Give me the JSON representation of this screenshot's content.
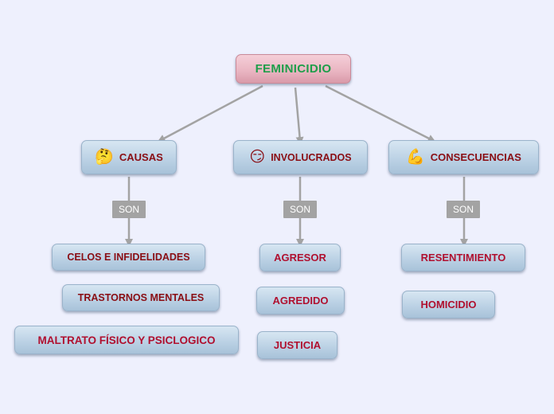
{
  "root": {
    "label": "FEMINICIDIO"
  },
  "categories": [
    {
      "emoji": "🤔",
      "label": "CAUSAS"
    },
    {
      "emoji": "😏",
      "label": "INVOLUCRADOS"
    },
    {
      "emoji": "💪",
      "label": "CONSECUENCIAS"
    }
  ],
  "connector_label": "SON",
  "causas": [
    "CELOS E INFIDELIDADES",
    "TRASTORNOS MENTALES",
    "MALTRATO FÍSICO Y PSICLOGICO"
  ],
  "involucrados": [
    "AGRESOR",
    "AGREDIDO",
    "JUSTICIA"
  ],
  "consecuencias": [
    "RESENTIMIENTO",
    "HOMICIDIO"
  ],
  "colors": {
    "background": "#eef0fd",
    "root_text": "#1e9e4a",
    "category_text": "#8a0e14",
    "leaf_text": "#b0102f",
    "connector": "#a3a3a3"
  }
}
